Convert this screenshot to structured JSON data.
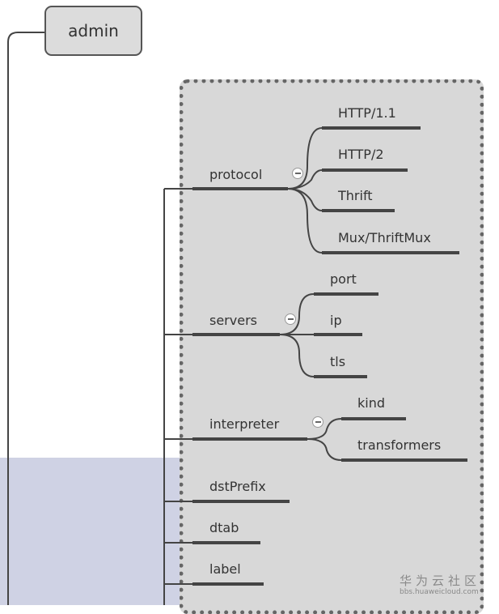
{
  "root": {
    "label": "admin"
  },
  "branches": [
    {
      "key": "protocol",
      "label": "protocol",
      "children": [
        "HTTP/1.1",
        "HTTP/2",
        "Thrift",
        "Mux/ThriftMux"
      ]
    },
    {
      "key": "servers",
      "label": "servers",
      "children": [
        "port",
        "ip",
        "tls"
      ]
    },
    {
      "key": "interpreter",
      "label": "interpreter",
      "children": [
        "kind",
        "transformers"
      ]
    },
    {
      "key": "dstprefix",
      "label": "dstPrefix",
      "children": []
    },
    {
      "key": "dtab",
      "label": "dtab",
      "children": []
    },
    {
      "key": "label",
      "label": "label",
      "children": []
    }
  ],
  "watermark": {
    "name": "华为云社区",
    "url": "bbs.huaweicloud.com"
  },
  "colors": {
    "node_fill": "#dcdcdc",
    "group_fill": "#d8d8d8",
    "line": "#444444",
    "watermark_shade": "#cfd2e4"
  }
}
